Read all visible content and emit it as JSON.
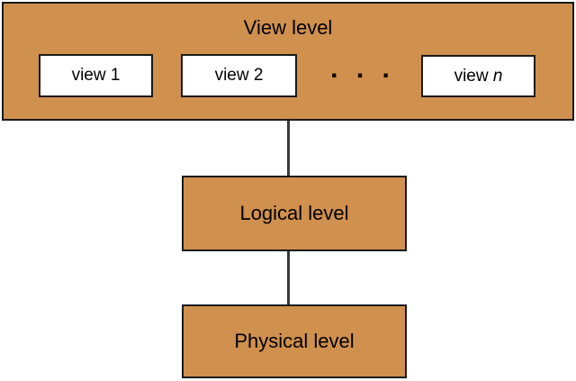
{
  "diagram": {
    "description": "Three levels of data abstraction",
    "colors": {
      "level_box_fill": "#d0904e",
      "box_border": "#1a1a1a",
      "view_box_fill": "#ffffff",
      "connector_line": "#3a3a3a",
      "background": "#ffffff",
      "text": "#000000"
    },
    "view_level": {
      "title": "View level",
      "views": [
        "view 1",
        "view 2"
      ],
      "view_n": {
        "prefix": "view ",
        "variable": "n"
      },
      "ellipsis": ". . ."
    },
    "logical_level": {
      "label": "Logical level"
    },
    "physical_level": {
      "label": "Physical level"
    }
  }
}
